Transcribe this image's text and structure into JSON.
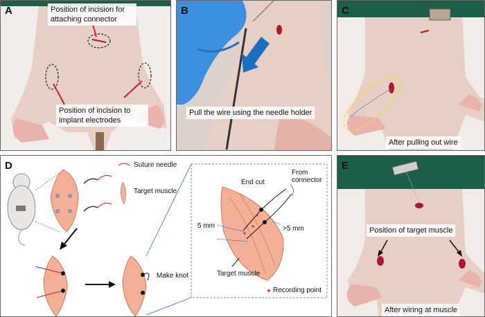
{
  "panels": {
    "a": {
      "letter": "A",
      "connector_label": "Position of incision for attaching connector",
      "electrode_label": "Position of incision to implant electrodes"
    },
    "b": {
      "letter": "B",
      "caption": "Pull the wire using the needle holder"
    },
    "c": {
      "letter": "C",
      "caption": "After pulling out wire"
    },
    "d": {
      "letter": "D",
      "legend_needle": "Suture needle",
      "legend_muscle": "Target muscle",
      "make_knot": "Make knot",
      "zoom": {
        "end_cut": "End cut",
        "from_connector": "From connector",
        "dim_5mm": "5 mm",
        "dim_gt5mm": ">5 mm",
        "target_muscle": "Target muscle",
        "recording_point": "Recording point"
      }
    },
    "e": {
      "letter": "E",
      "target_label": "Position of target muscle",
      "caption": "After wiring at muscle"
    }
  },
  "colors": {
    "skin": "#e6cfc4",
    "drape": "#1e5f4a",
    "glove": "#3d8fe0",
    "muscle": "#f4b096",
    "incision": "#b1172b",
    "arrow_blue": "#1a6fc1"
  }
}
